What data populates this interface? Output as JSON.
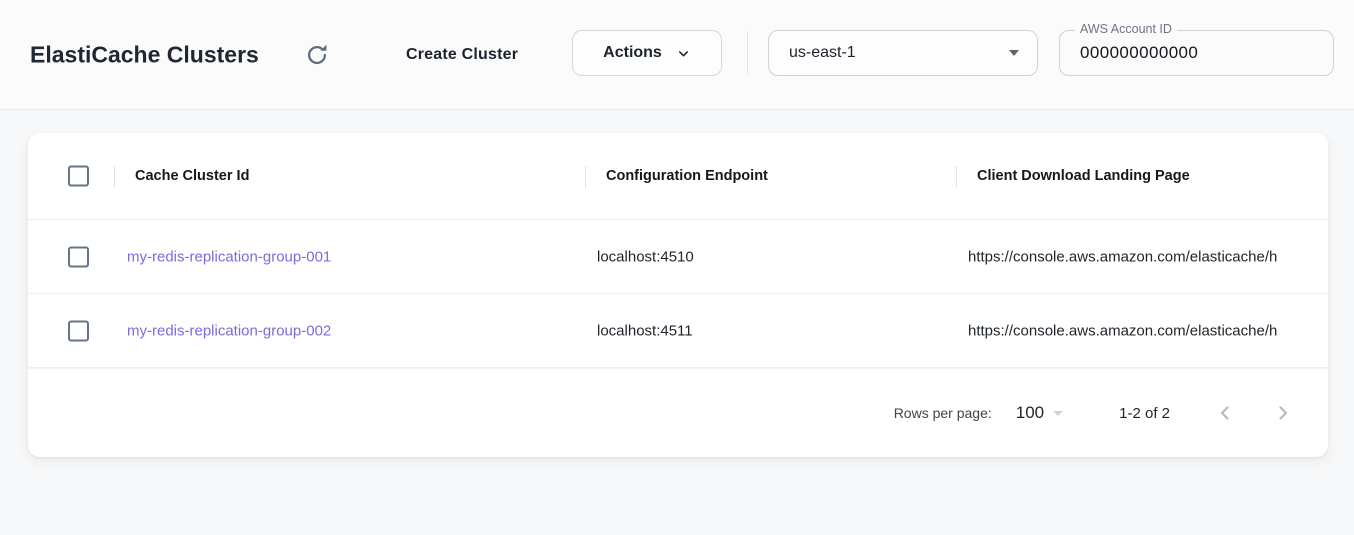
{
  "toolbar": {
    "title": "ElastiCache Clusters",
    "create_cluster_label": "Create Cluster",
    "actions_label": "Actions",
    "region": {
      "selected": "us-east-1"
    },
    "account": {
      "label": "AWS Account ID",
      "value": "000000000000"
    }
  },
  "table": {
    "columns": [
      {
        "label": "Cache Cluster Id"
      },
      {
        "label": "Configuration Endpoint"
      },
      {
        "label": "Client Download Landing Page"
      }
    ],
    "rows": [
      {
        "cache_cluster_id": "my-redis-replication-group-001",
        "configuration_endpoint": "localhost:4510",
        "client_download_landing_page": "https://console.aws.amazon.com/elasticache/h"
      },
      {
        "cache_cluster_id": "my-redis-replication-group-002",
        "configuration_endpoint": "localhost:4511",
        "client_download_landing_page": "https://console.aws.amazon.com/elasticache/h"
      }
    ]
  },
  "pagination": {
    "rows_per_page_label": "Rows per page:",
    "rows_per_page_value": "100",
    "range_label": "1-2 of 2"
  },
  "icons": {
    "refresh": "refresh-icon",
    "actions_chevron": "chevron-down-icon",
    "region_arrow": "dropdown-arrow-icon",
    "prev": "chevron-left-icon",
    "next": "chevron-right-icon"
  },
  "colors": {
    "link": "#7d6bd9",
    "icon_slate": "#5f6b7a",
    "page_background": "#f7f8f9",
    "topbar_background": "#fbfbfc"
  }
}
